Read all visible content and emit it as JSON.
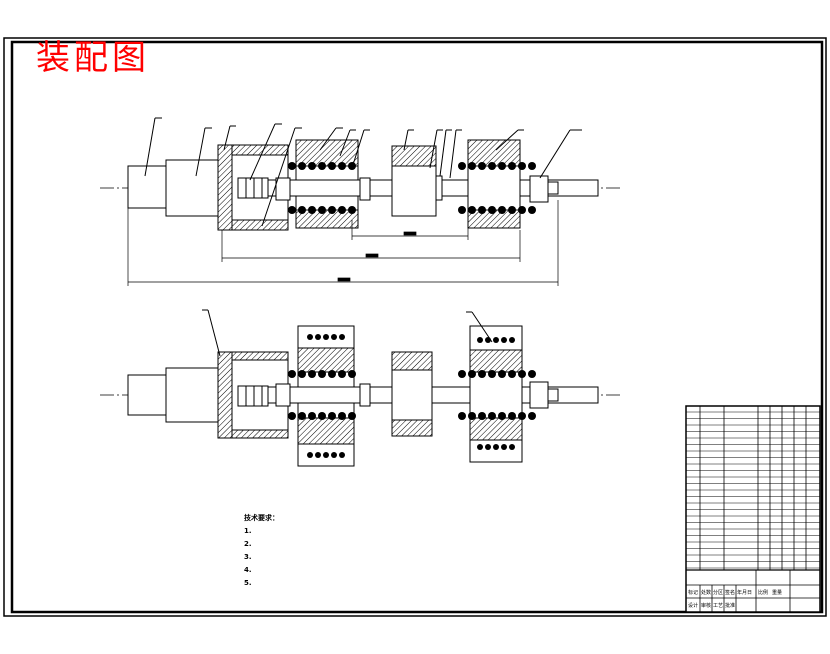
{
  "drawing": {
    "title": "装配图",
    "title_color": "#ff0000",
    "line_color": "#000000",
    "hatch_color": "#000000"
  },
  "notes": {
    "heading": "技术要求：",
    "items": [
      "1.",
      "2.",
      "3.",
      "4.",
      "5."
    ]
  },
  "title_block": {
    "labels": [
      "标记",
      "处数",
      "分区",
      "签名",
      "年月日",
      "设计",
      "审核",
      "工艺",
      "批准",
      "比例",
      "重量"
    ]
  }
}
